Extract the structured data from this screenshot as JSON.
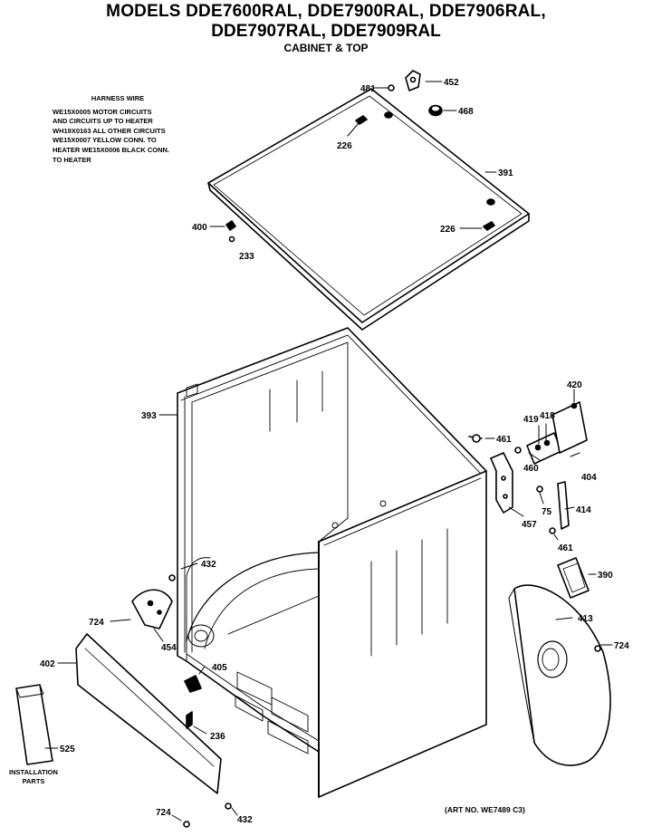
{
  "header": {
    "title_line1": "MODELS DDE7600RAL, DDE7900RAL, DDE7906RAL,",
    "title_line2": "DDE7907RAL, DDE7909RAL",
    "subtitle": "CABINET & TOP"
  },
  "harness_note": {
    "heading": "HARNESS WIRE",
    "lines": [
      "WE15X0005 MOTOR CIRCUITS",
      "AND CIRCUITS UP TO HEATER",
      "WH19X0163 ALL OTHER CIRCUITS",
      "WE15X0007 YELLOW CONN. TO",
      "HEATER WE15X0006 BLACK CONN.",
      "TO HEATER"
    ]
  },
  "part_labels": {
    "p481": "481",
    "p452": "452",
    "p468": "468",
    "p226a": "226",
    "p391": "391",
    "p400": "400",
    "p233": "233",
    "p226b": "226",
    "p393": "393",
    "p420": "420",
    "p419": "419",
    "p418": "418",
    "p461a": "461",
    "p460": "460",
    "p404": "404",
    "p75": "75",
    "p414": "414",
    "p457": "457",
    "p461b": "461",
    "p432a": "432",
    "p390": "390",
    "p724a": "724",
    "p454": "454",
    "p413": "413",
    "p724b": "724",
    "p402": "402",
    "p405": "405",
    "p236": "236",
    "p525": "525",
    "p724c": "724",
    "p432b": "432"
  },
  "installation_label": [
    "INSTALLATION",
    "PARTS"
  ],
  "art_number": "(ART NO. WE7489 C3)"
}
